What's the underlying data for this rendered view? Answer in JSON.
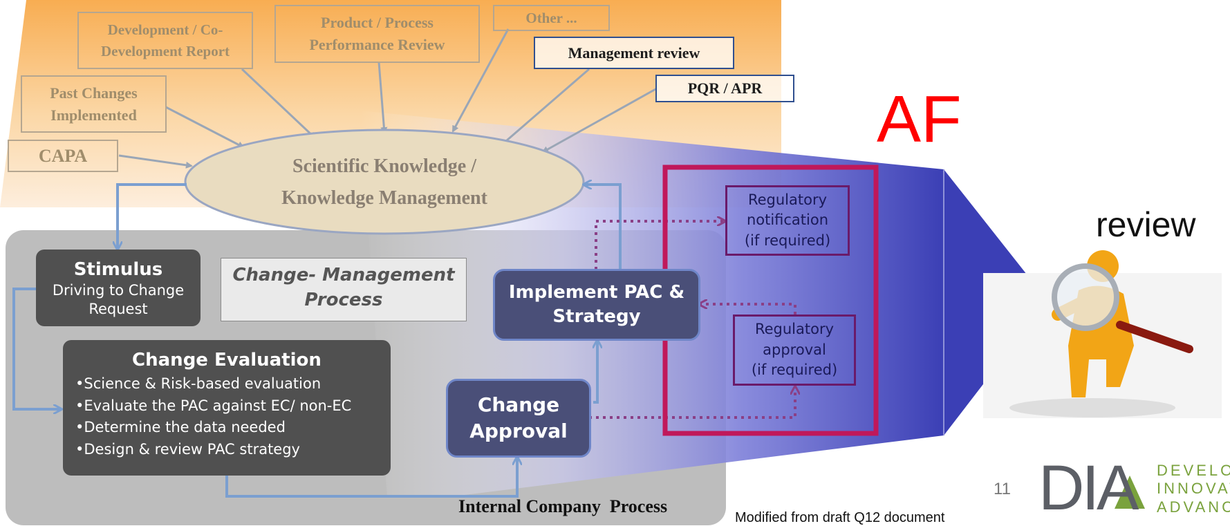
{
  "sources": {
    "development_report": "Development / Co-\nDevelopment Report",
    "product_review": "Product / Process\nPerformance Review",
    "other": "Other ...",
    "management_review": "Management review",
    "past_changes": "Past Changes\nImplemented",
    "pqr_apr": "PQR  / APR",
    "capa": "CAPA"
  },
  "knowledge": {
    "line1": "Scientific Knowledge  /",
    "line2": "Knowledge Management"
  },
  "stimulus": {
    "title": "Stimulus",
    "text": "Driving to Change Request"
  },
  "process_label": {
    "line1": "Change- Management",
    "line2": "Process"
  },
  "evaluation": {
    "title": "Change Evaluation",
    "items": [
      "•Science & Risk-based evaluation",
      "•Evaluate the PAC against EC/ non-EC",
      "•Determine the data needed",
      "•Design & review PAC strategy"
    ]
  },
  "implement": {
    "line1": "Implement PAC &",
    "line2": "Strategy"
  },
  "approval": {
    "line1": "Change",
    "line2": "Approval"
  },
  "regulatory": {
    "notification": [
      "Regulatory",
      "notification",
      "(if required)"
    ],
    "approval": [
      "Regulatory",
      "approval",
      "(if required)"
    ]
  },
  "internal_label": "Internal Company  Process",
  "af_label": "AF",
  "review_label": "review",
  "footnote": "Modified from draft Q12 document",
  "page_number": "11",
  "logo": {
    "text": "DIA",
    "tagline": [
      "DEVELO",
      "INNOVAT",
      "ADVANC"
    ]
  },
  "colors": {
    "orange_bg": "#f9b45a",
    "gray_panel": "#bcbcbc",
    "funnel_blue": "#3b3fb5",
    "af_red": "#ff0000",
    "arrow_blue": "#7b9fd0",
    "dotted_purple": "#8a3f86"
  }
}
